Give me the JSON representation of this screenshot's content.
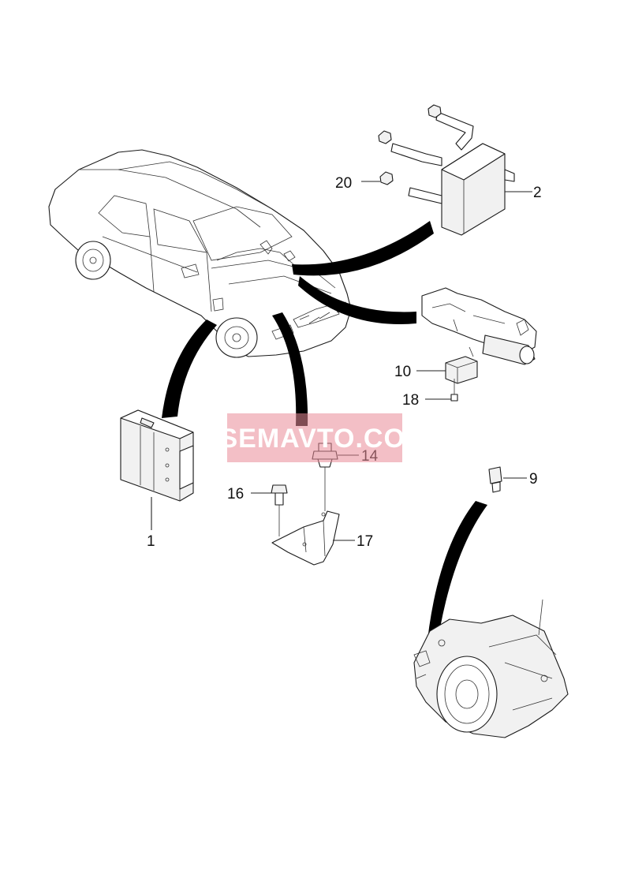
{
  "watermark": "VSEMAVTO.COM",
  "callouts": {
    "c1": "1",
    "c2": "2",
    "c9": "9",
    "c10": "10",
    "c14": "14",
    "c16": "16",
    "c17": "17",
    "c18": "18",
    "c20": "20"
  },
  "colors": {
    "watermark_bg": "#e98a97",
    "line": "#1a1a1a"
  }
}
